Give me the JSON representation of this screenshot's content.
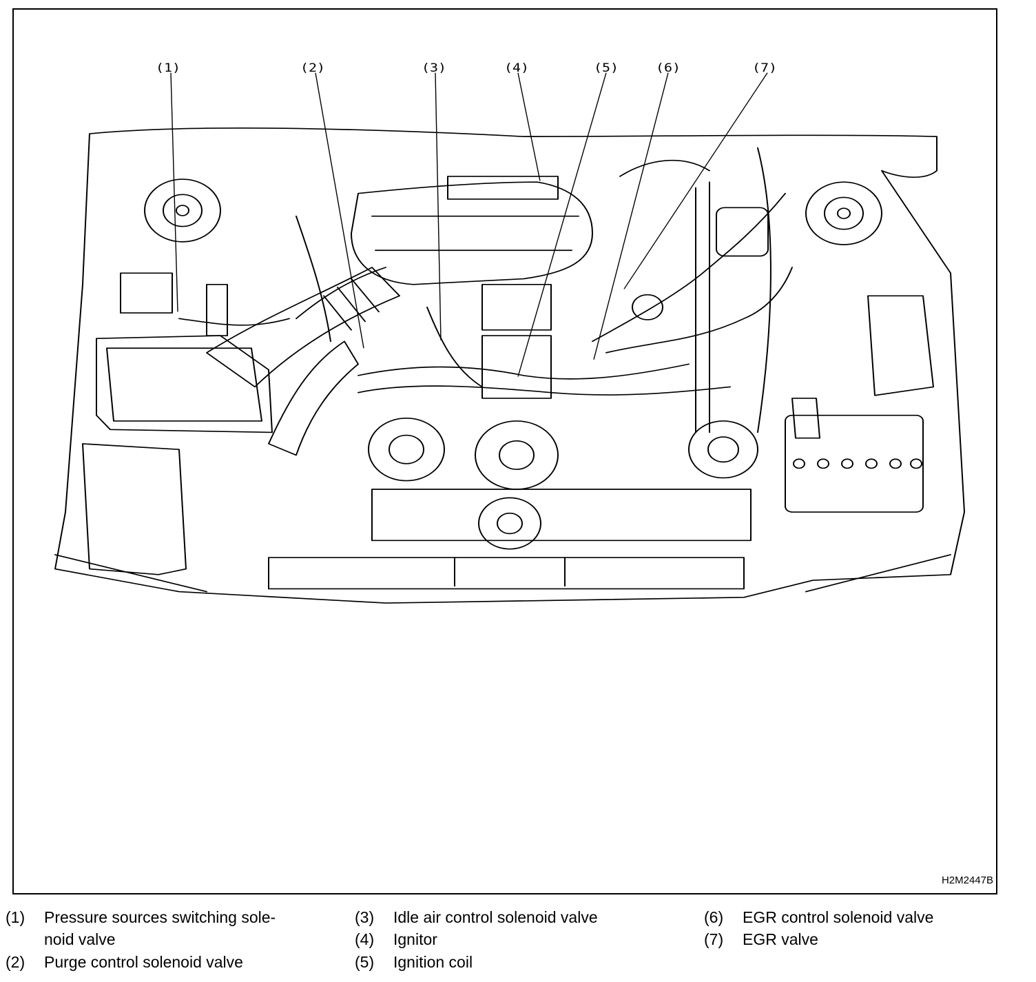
{
  "figure": {
    "code": "H2M2447B",
    "callouts": [
      "(1)",
      "(2)",
      "(3)",
      "(4)",
      "(5)",
      "(6)",
      "(7)"
    ]
  },
  "legend": [
    {
      "num": "(1)",
      "line1": "Pressure sources switching sole-",
      "line2": "noid valve"
    },
    {
      "num": "(2)",
      "line1": "Purge control solenoid valve"
    },
    {
      "num": "(3)",
      "line1": "Idle air control solenoid valve"
    },
    {
      "num": "(4)",
      "line1": "Ignitor"
    },
    {
      "num": "(5)",
      "line1": "Ignition coil"
    },
    {
      "num": "(6)",
      "line1": "EGR control solenoid valve"
    },
    {
      "num": "(7)",
      "line1": "EGR valve"
    }
  ]
}
